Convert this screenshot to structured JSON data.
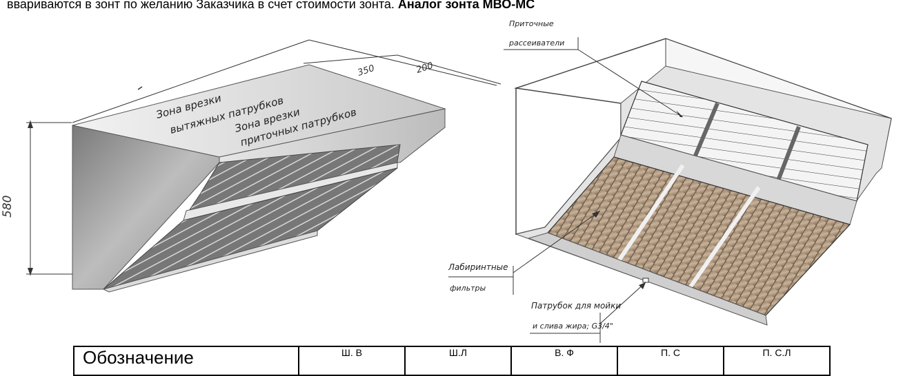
{
  "intro": {
    "text": "ввариваются в зонт по желанию Заказчика в счет стоимости зонта. ",
    "bold": "Аналог зонта МВО-МС"
  },
  "left_view": {
    "dim_height": "580",
    "dim_top_1": "350",
    "dim_top_2": "200",
    "zone_exhaust_1": "Зона врезки",
    "zone_exhaust_2": "вытяжных патрубков",
    "zone_supply_1": "Зона врезки",
    "zone_supply_2": "приточных патрубков"
  },
  "right_view": {
    "supply_label_1": "Приточные",
    "supply_label_2": "рассеиватели",
    "filter_label_1": "Лабиринтные",
    "filter_label_2": "фильтры",
    "pipe_label_1": "Патрубок для мойки",
    "pipe_label_2": "и слива жира; G3/4\""
  },
  "table": {
    "headers": [
      "Обозначение",
      "Ш. В",
      "Ш.Л",
      "В. Ф",
      "П. С",
      "П. С.Л"
    ]
  }
}
